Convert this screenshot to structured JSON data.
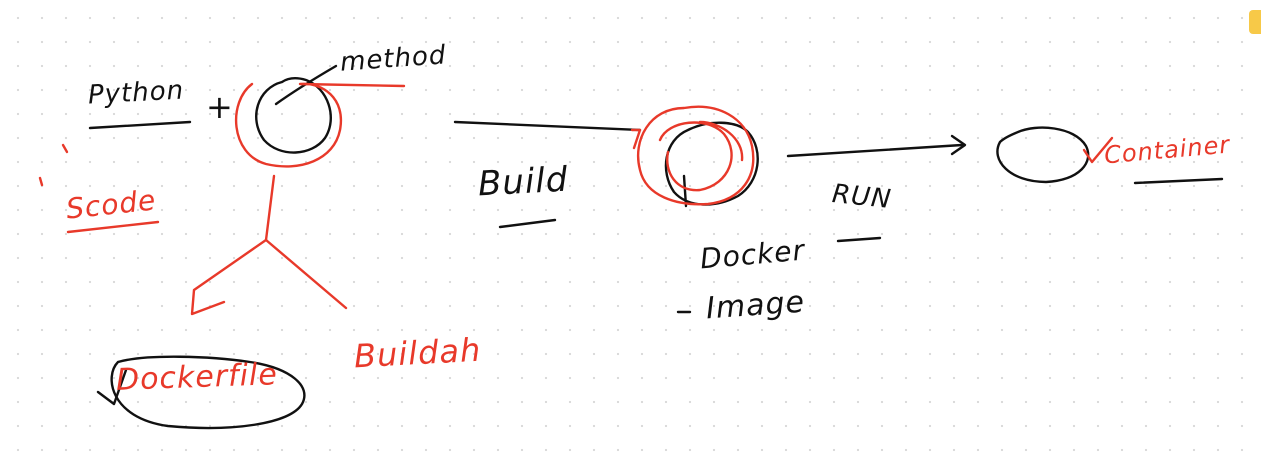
{
  "colors": {
    "ink_black": "#111111",
    "ink_red": "#e8392a",
    "accent_tab": "#f7c948",
    "dot_grid": "#d9d9d9"
  },
  "labels": {
    "python": "Python",
    "plus": "+",
    "method": "method",
    "scode": "Scode",
    "build": "Build",
    "run": "RUN",
    "docker": "Docker",
    "image": "Image",
    "container": "Container",
    "dockerfile": "Dockerfile",
    "buildah": "Buildah"
  }
}
